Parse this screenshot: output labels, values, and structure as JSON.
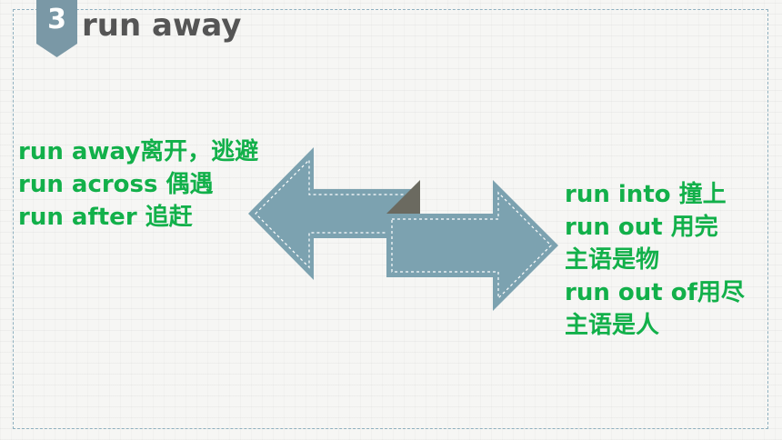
{
  "slide": {
    "number": "3",
    "title": "run away"
  },
  "left_phrases": [
    "run away离开，逃避",
    "run across 偶遇",
    "run after 追赶"
  ],
  "right_phrases": [
    "run into 撞上",
    "run out 用完",
    "主语是物",
    "run out of用尽",
    "主语是人"
  ],
  "colors": {
    "arrow_fill": "#7ca2b0",
    "phrase_text": "#12b04a",
    "title_text": "#555555",
    "badge_fill": "#7a98a6",
    "fold_shadow": "#6b6a60"
  }
}
